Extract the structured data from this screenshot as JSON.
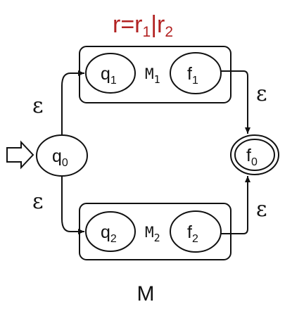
{
  "title": {
    "text_parts": [
      "r=r",
      "1",
      "|r",
      "2"
    ],
    "color": "#b22222"
  },
  "states": {
    "q0": {
      "name": "q",
      "sub": "0"
    },
    "q1": {
      "name": "q",
      "sub": "1"
    },
    "f1": {
      "name": "f",
      "sub": "1"
    },
    "q2": {
      "name": "q",
      "sub": "2"
    },
    "f2": {
      "name": "f",
      "sub": "2"
    },
    "f0": {
      "name": "f",
      "sub": "0"
    }
  },
  "machines": {
    "m1": {
      "name": "M",
      "sub": "1"
    },
    "m2": {
      "name": "M",
      "sub": "2"
    }
  },
  "epsilon": "ε",
  "caption": "M",
  "accent_color": "#111111"
}
